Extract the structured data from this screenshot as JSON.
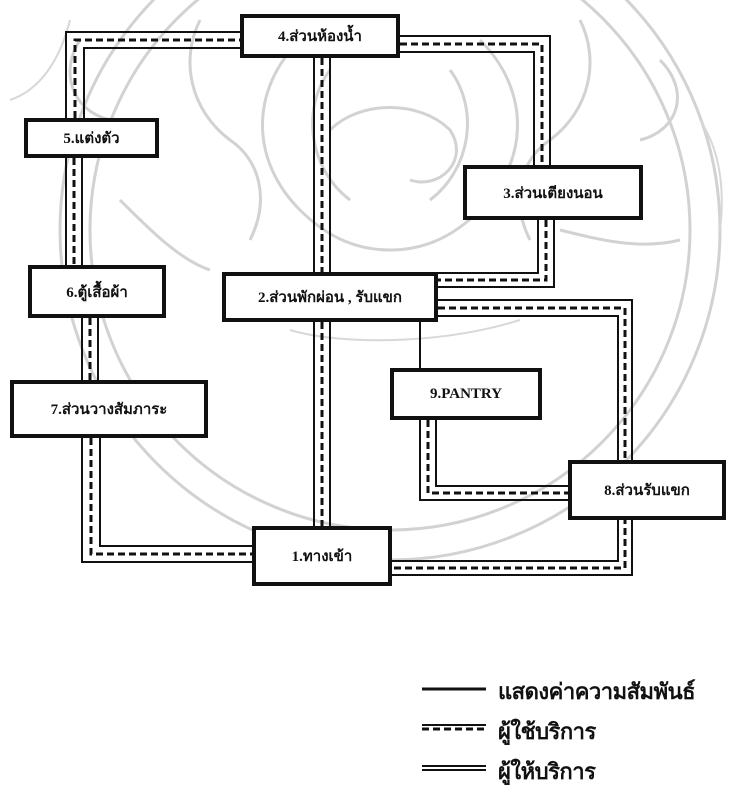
{
  "diagram": {
    "nodes": {
      "n1": "1.ทางเข้า",
      "n2": "2.ส่วนพักผ่อน , รับแขก",
      "n3": "3.ส่วนเตียงนอน",
      "n4": "4.ส่วนห้องน้ำ",
      "n5": "5.แต่งตัว",
      "n6": "6.ตู้เสื้อผ้า",
      "n7": "7.ส่วนวางสัมภาระ",
      "n8": "8.ส่วนรับแขก",
      "n9": "9.PANTRY"
    },
    "legend": [
      {
        "style": "solid",
        "label": "แสดงค่าความสัมพันธ์"
      },
      {
        "style": "dashed",
        "label": "ผู้ใช้บริการ"
      },
      {
        "style": "solid",
        "label": "ผู้ให้บริการ"
      }
    ],
    "colors": {
      "ink": "#111111",
      "watermark": "#c9c9c9",
      "background": "#ffffff"
    }
  }
}
